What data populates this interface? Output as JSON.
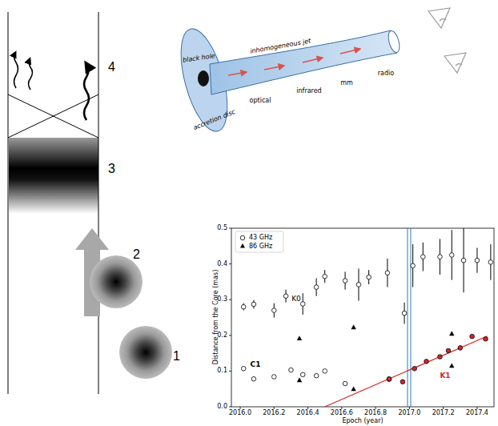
{
  "diagram": {
    "labels": [
      "1",
      "2",
      "3",
      "4",
      "black hole",
      "accretion disc",
      "inhomogeneous jet",
      "optical",
      "infrared",
      "mm",
      "radio",
      "K0",
      "C1",
      "K1",
      "Distance from the Core (mas)",
      "Epoch (year)",
      "0.0",
      "0.1",
      "0.2",
      "0.3",
      "0.4",
      "0.5",
      "2016.0",
      "2016.2",
      "2016.4",
      "2016.6",
      "2016.8",
      "2017.0",
      "2017.2",
      "2017.4"
    ],
    "legend": [
      {
        "text": "43 GHz"
      },
      {
        "text": "86 GHz"
      }
    ]
  }
}
